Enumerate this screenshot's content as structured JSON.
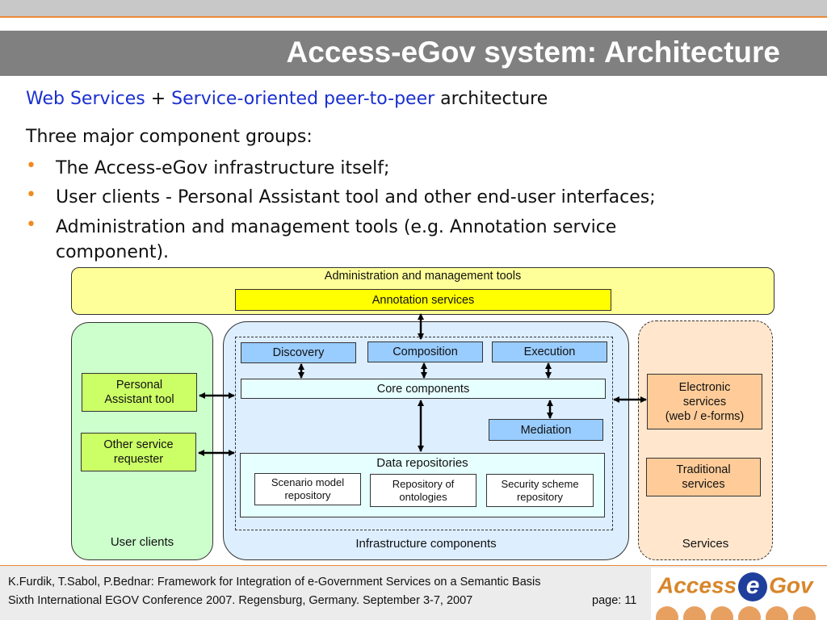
{
  "slide": {
    "title": "Access-eGov system: Architecture",
    "subtitle": {
      "part1": "Web Services",
      "plus": " + ",
      "part2": "Service-oriented peer-to-peer",
      "part3": " architecture"
    },
    "intro": "Three major component groups:",
    "bullets": [
      "The Access-eGov infrastructure itself;",
      "User clients - Personal Assistant tool and other end-user interfaces;",
      "Administration and management tools (e.g. Annotation service",
      "component)."
    ],
    "bullet_symbol": "•"
  },
  "diagram": {
    "admin": {
      "label": "Administration and management tools",
      "annotation": "Annotation services"
    },
    "user_clients": {
      "label": "User clients",
      "personal_assistant": [
        "Personal",
        "Assistant tool"
      ],
      "other_requester": [
        "Other service",
        "requester"
      ]
    },
    "infrastructure": {
      "label": "Infrastructure components",
      "discovery": "Discovery",
      "composition": "Composition",
      "execution": "Execution",
      "core": "Core components",
      "mediation": "Mediation",
      "data_repositories": "Data repositories",
      "scenario_repo": [
        "Scenario model",
        "repository"
      ],
      "ontology_repo": [
        "Repository of",
        "ontologies"
      ],
      "security_repo": [
        "Security scheme",
        "repository"
      ]
    },
    "services": {
      "label": "Services",
      "electronic": [
        "Electronic",
        "services",
        "(web / e-forms)"
      ],
      "traditional": [
        "Traditional",
        "services"
      ]
    }
  },
  "footer": {
    "line1": "K.Furdik, T.Sabol, P.Bednar: Framework for Integration of e-Government Services on a Semantic Basis",
    "line2": "Sixth International EGOV Conference 2007. Regensburg, Germany. September 3-7, 2007",
    "page": "page: 11",
    "logo": {
      "left": "Access",
      "middle": "e",
      "right": "Gov"
    }
  },
  "colors": {
    "accent_orange": "#e8893a",
    "title_bar": "#808080",
    "link_blue": "#1a2fd0",
    "logo_blue": "#1f3f9c"
  }
}
